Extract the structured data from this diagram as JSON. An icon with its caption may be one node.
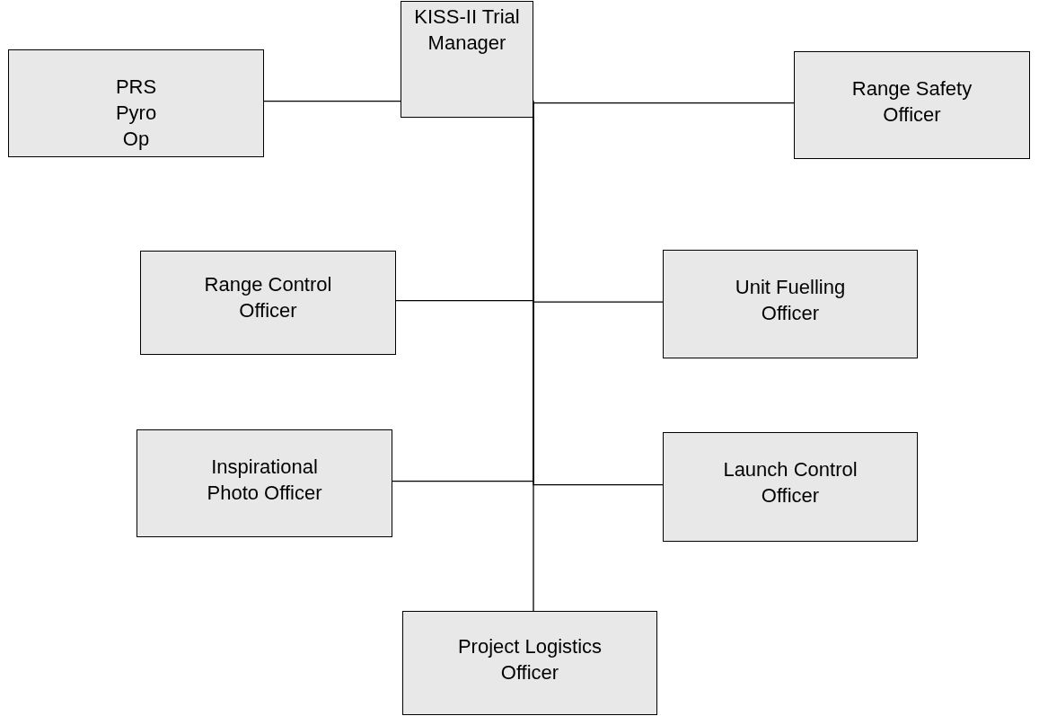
{
  "diagram": {
    "nodes": [
      {
        "text": [
          "KISS-II Trial Manager"
        ]
      },
      {
        "text": [
          "PRS Pyro Op"
        ]
      },
      {
        "text": [
          "Range Safety Officer"
        ]
      },
      {
        "text": [
          "Range Control Officer"
        ]
      },
      {
        "text": [
          "Unit Fuelling Officer"
        ]
      },
      {
        "text": [
          "Inspirational Photo Officer"
        ]
      },
      {
        "text": [
          "Launch Control Officer"
        ]
      },
      {
        "text": [
          "Project Logistics Officer"
        ]
      }
    ],
    "edges": [
      {
        "from": 0,
        "to": 1,
        "arrow": "none"
      },
      {
        "from": 0,
        "to": 2,
        "arrow": "none"
      },
      {
        "from": 0,
        "to": 3,
        "arrow": "none"
      },
      {
        "from": 0,
        "to": 4,
        "arrow": "none"
      },
      {
        "from": 0,
        "to": 5,
        "arrow": "none"
      },
      {
        "from": 0,
        "to": 6,
        "arrow": "none"
      },
      {
        "from": 0,
        "to": 7,
        "arrow": "none"
      }
    ]
  }
}
